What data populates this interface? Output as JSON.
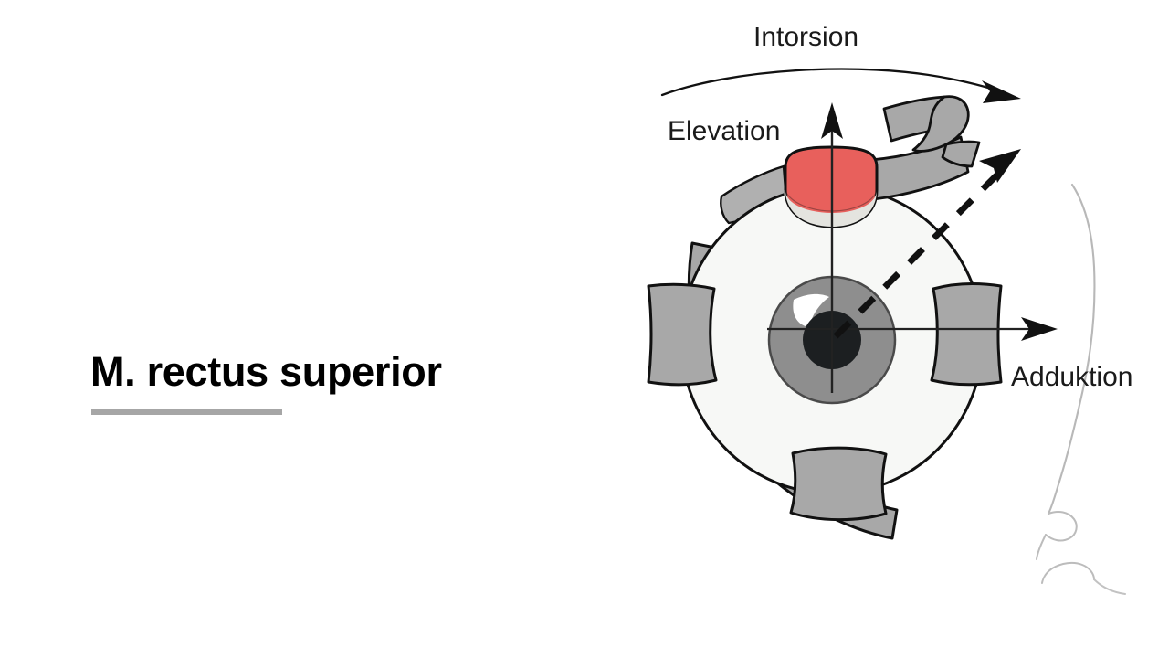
{
  "slide": {
    "title": "M. rectus superior",
    "background_color": "#ffffff",
    "title_color": "#000000",
    "title_rule_color": "#a6a6a6"
  },
  "figure": {
    "name": "right-eye-muscle-action-diagram",
    "labels": {
      "intorsion": "Intorsion",
      "elevation": "Elevation",
      "adduktion": "Adduktion"
    },
    "colors": {
      "muscle_highlight": "#e8605c",
      "muscle_gray": "#a8a8a8",
      "muscle_gray_dark": "#9b9b9b",
      "tendon_light": "#e4e4df",
      "sclera": "#f7f8f6",
      "iris": "#8e8e8e",
      "pupil": "#1c1f21",
      "highlight": "#ffffff",
      "outline": "#111111",
      "nose_line": "#b5b5b5"
    },
    "arrows": {
      "intorsion_arrow": "curved-arrow-clockwise",
      "elevation_arrow": "straight-arrow-up",
      "adduktion_arrow": "straight-arrow-right",
      "resultant_arrow": "dashed-arrow-up-right"
    },
    "parts": [
      "superior-rectus-insertion",
      "superior-rectus-belly",
      "superior-oblique-tendon",
      "lateral-rectus-stub",
      "medial-rectus-stub",
      "inferior-rectus-stub",
      "inferior-oblique-band",
      "eyeball",
      "iris",
      "pupil",
      "nose-profile"
    ]
  }
}
